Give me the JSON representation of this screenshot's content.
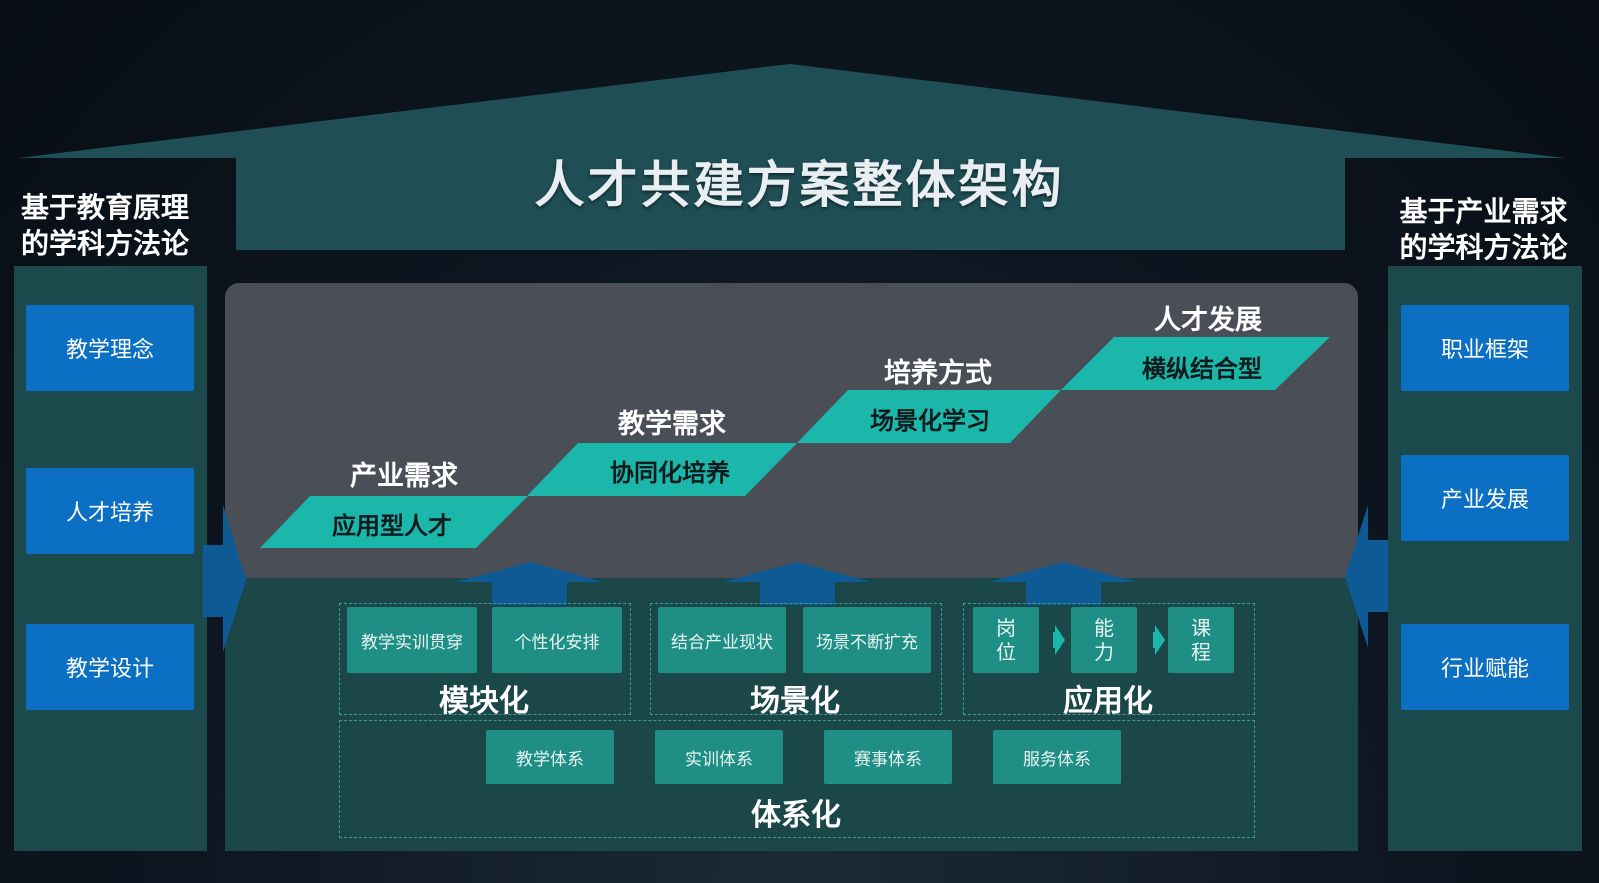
{
  "title": "人才共建方案整体架构",
  "left_title": [
    "基于教育原理",
    "的学科方法论"
  ],
  "right_title": [
    "基于产业需求",
    "的学科方法论"
  ],
  "left_items": [
    "教学理念",
    "人才培养",
    "教学设计"
  ],
  "right_items": [
    "职业框架",
    "产业发展",
    "行业赋能"
  ],
  "steps": [
    {
      "head": "产业需求",
      "text": "应用型人才"
    },
    {
      "head": "教学需求",
      "text": "协同化培养"
    },
    {
      "head": "培养方式",
      "text": "场景化学习"
    },
    {
      "head": "人才发展",
      "text": "横纵结合型"
    }
  ],
  "groups": [
    {
      "label": "模块化",
      "items": [
        "教学实训贯穿",
        "个性化安排"
      ]
    },
    {
      "label": "场景化",
      "items": [
        "结合产业现状",
        "场景不断扩充"
      ]
    },
    {
      "label": "应用化",
      "items": [
        "岗位",
        "能力",
        "课程"
      ]
    }
  ],
  "system": {
    "label": "体系化",
    "items": [
      "教学体系",
      "实训体系",
      "赛事体系",
      "服务体系"
    ]
  },
  "colors": {
    "teal_band": "#1bb7ab",
    "blue_button": "#0b6fc4",
    "box_teal": "#1f8f86",
    "roof": "#1f4f55",
    "panel_gray": "#4a4e56",
    "arrow_blue": "#0d5a94"
  }
}
